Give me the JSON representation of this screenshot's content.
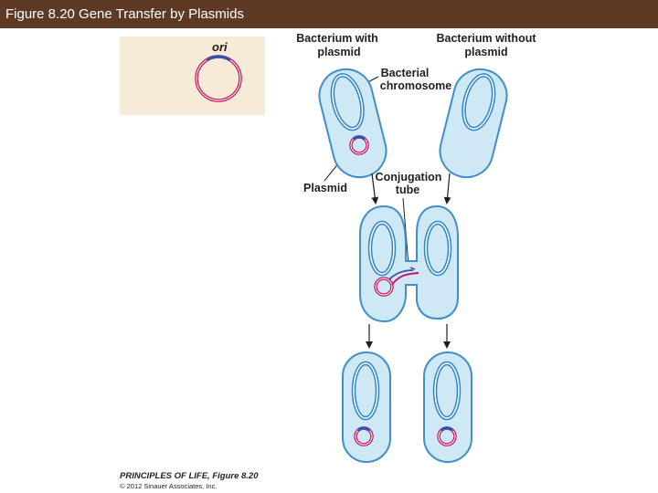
{
  "header": {
    "title": "Figure 8.20  Gene Transfer by Plasmids",
    "background_color": "#5e3a24"
  },
  "inset": {
    "ori_label": "ori",
    "background_color": "#f7ebd7"
  },
  "labels": {
    "with_plasmid": [
      "Bacterium with",
      "plasmid"
    ],
    "without_plasmid": [
      "Bacterium without",
      "plasmid"
    ],
    "chromosome": [
      "Bacterial",
      "chromosome"
    ],
    "plasmid": "Plasmid",
    "conjugation": [
      "Conjugation",
      "tube"
    ]
  },
  "credit": {
    "main": "PRINCIPLES OF LIFE, Figure 8.20",
    "copyright": "© 2012 Sinauer Associates, Inc."
  },
  "colors": {
    "cell_fill": "#cfe8f6",
    "cell_outline": "#3f8fca",
    "chromosome": "#2f86c8",
    "plasmid": "#c8175c",
    "ori": "#3c4fa8"
  }
}
